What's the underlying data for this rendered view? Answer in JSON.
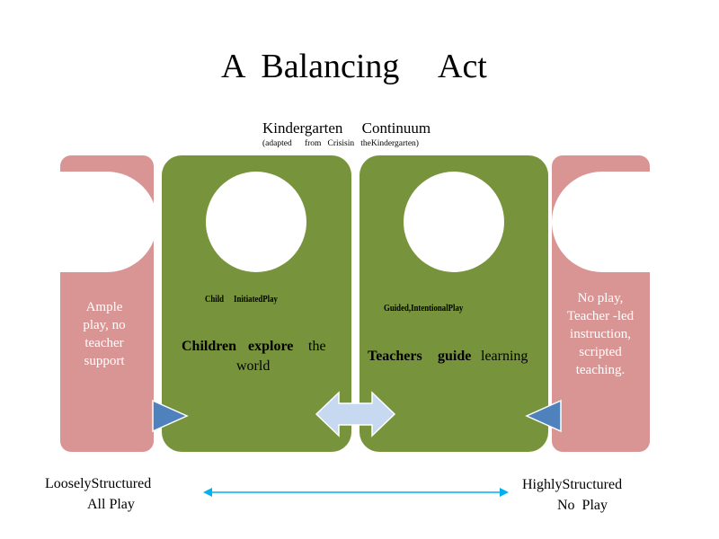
{
  "title": {
    "part1": "A  Balancing",
    "part2": "Act"
  },
  "subtitle": "Kindergarten     Continuum",
  "source_note": "(adapted      from   Crisisin   theKindergarten)",
  "panels": {
    "left_pink": {
      "lines": [
        "Ample",
        "play,  no",
        "teacher",
        "support"
      ]
    },
    "left_green": {
      "small_label": "Child     InitiatedPlay",
      "line1_a": "Children",
      "line1_b": "explore",
      "line1_c": "the",
      "line2": "world"
    },
    "right_green": {
      "small_label": "Guided,IntentionalPlay",
      "line1_a": "Teachers",
      "line1_b": "guide",
      "line1_c": "learning"
    },
    "right_pink": {
      "lines": [
        "No play,",
        "Teacher  -led",
        "instruction,",
        "scripted",
        "teaching."
      ]
    }
  },
  "bottom": {
    "left_line1": "LooselyStructured",
    "left_line2": "All Play",
    "right_line1": "HighlyStructured",
    "right_line2": "No  Play"
  },
  "colors": {
    "pink": "#d99594",
    "green": "#77933c",
    "blue_triangle": "#4f81bd",
    "light_arrow": "#c6d9f1",
    "line_arrow": "#00b0f0"
  }
}
